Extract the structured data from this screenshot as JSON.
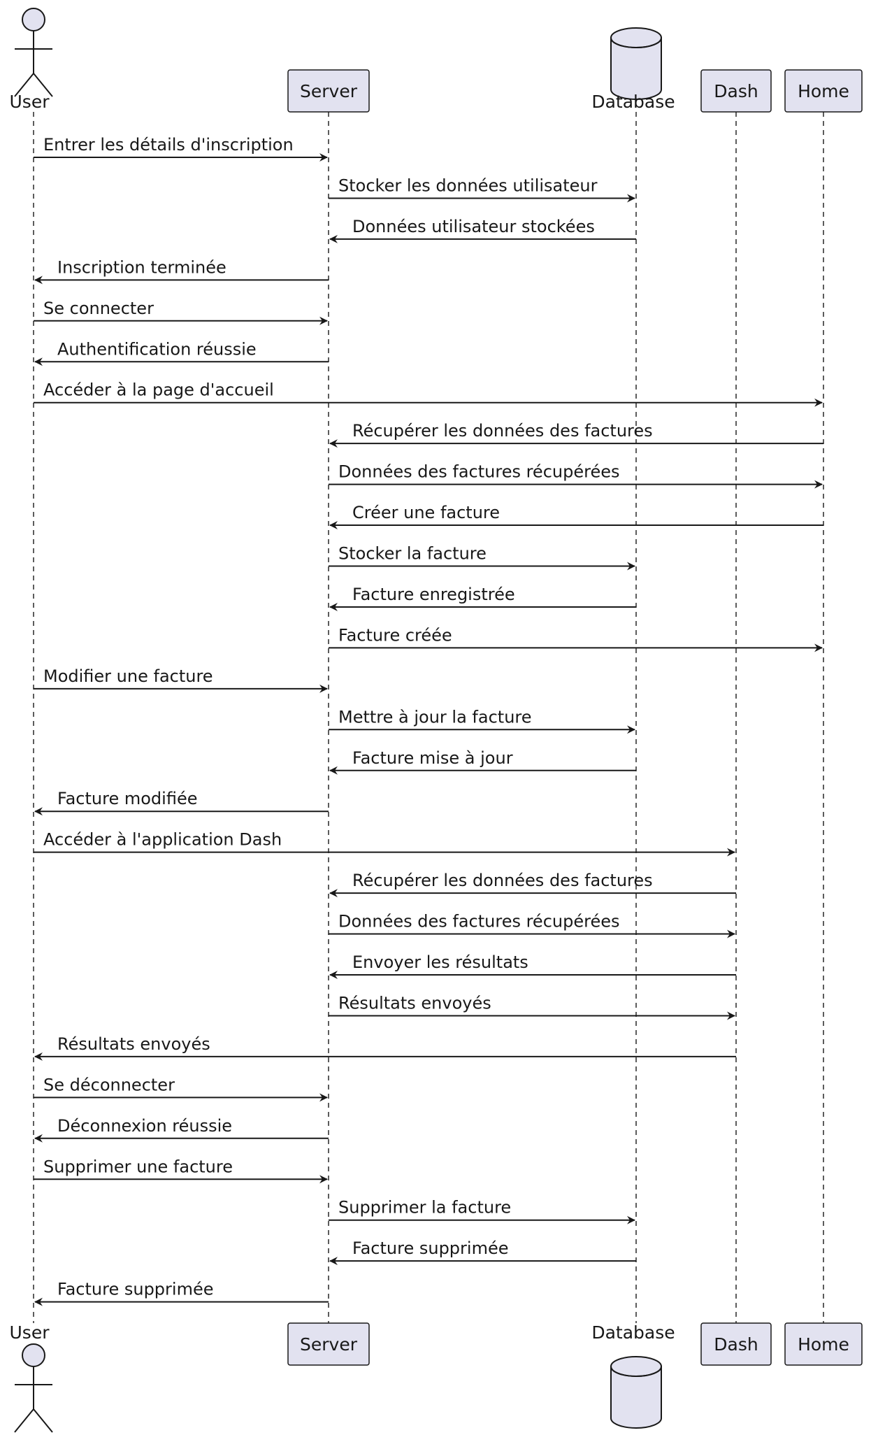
{
  "participants": [
    {
      "id": "user",
      "label": "User",
      "kind": "actor"
    },
    {
      "id": "server",
      "label": "Server",
      "kind": "participant"
    },
    {
      "id": "database",
      "label": "Database",
      "kind": "database"
    },
    {
      "id": "dash",
      "label": "Dash",
      "kind": "participant"
    },
    {
      "id": "home",
      "label": "Home",
      "kind": "participant"
    }
  ],
  "messages": [
    {
      "from": "user",
      "to": "server",
      "text": "Entrer les détails d'inscription"
    },
    {
      "from": "server",
      "to": "database",
      "text": "Stocker les données utilisateur"
    },
    {
      "from": "database",
      "to": "server",
      "text": "Données utilisateur stockées"
    },
    {
      "from": "server",
      "to": "user",
      "text": "Inscription terminée"
    },
    {
      "from": "user",
      "to": "server",
      "text": "Se connecter"
    },
    {
      "from": "server",
      "to": "user",
      "text": "Authentification réussie"
    },
    {
      "from": "user",
      "to": "home",
      "text": "Accéder à la page d'accueil"
    },
    {
      "from": "home",
      "to": "server",
      "text": "Récupérer les données des factures"
    },
    {
      "from": "server",
      "to": "home",
      "text": "Données des factures récupérées"
    },
    {
      "from": "home",
      "to": "server",
      "text": "Créer une facture"
    },
    {
      "from": "server",
      "to": "database",
      "text": "Stocker la facture"
    },
    {
      "from": "database",
      "to": "server",
      "text": "Facture enregistrée"
    },
    {
      "from": "server",
      "to": "home",
      "text": "Facture créée"
    },
    {
      "from": "user",
      "to": "server",
      "text": "Modifier une facture"
    },
    {
      "from": "server",
      "to": "database",
      "text": "Mettre à jour la facture"
    },
    {
      "from": "database",
      "to": "server",
      "text": "Facture mise à jour"
    },
    {
      "from": "server",
      "to": "user",
      "text": "Facture modifiée"
    },
    {
      "from": "user",
      "to": "dash",
      "text": "Accéder à l'application Dash"
    },
    {
      "from": "dash",
      "to": "server",
      "text": "Récupérer les données des factures"
    },
    {
      "from": "server",
      "to": "dash",
      "text": "Données des factures récupérées"
    },
    {
      "from": "dash",
      "to": "server",
      "text": "Envoyer les résultats"
    },
    {
      "from": "server",
      "to": "dash",
      "text": "Résultats envoyés"
    },
    {
      "from": "dash",
      "to": "user",
      "text": "Résultats envoyés"
    },
    {
      "from": "user",
      "to": "server",
      "text": "Se déconnecter"
    },
    {
      "from": "server",
      "to": "user",
      "text": "Déconnexion réussie"
    },
    {
      "from": "user",
      "to": "server",
      "text": "Supprimer une facture"
    },
    {
      "from": "server",
      "to": "database",
      "text": "Supprimer la facture"
    },
    {
      "from": "database",
      "to": "server",
      "text": "Facture supprimée"
    },
    {
      "from": "server",
      "to": "user",
      "text": "Facture supprimée"
    }
  ],
  "colors": {
    "line": "#181818",
    "participant_fill": "#E2E2F0",
    "background": "#FFFFFF"
  }
}
